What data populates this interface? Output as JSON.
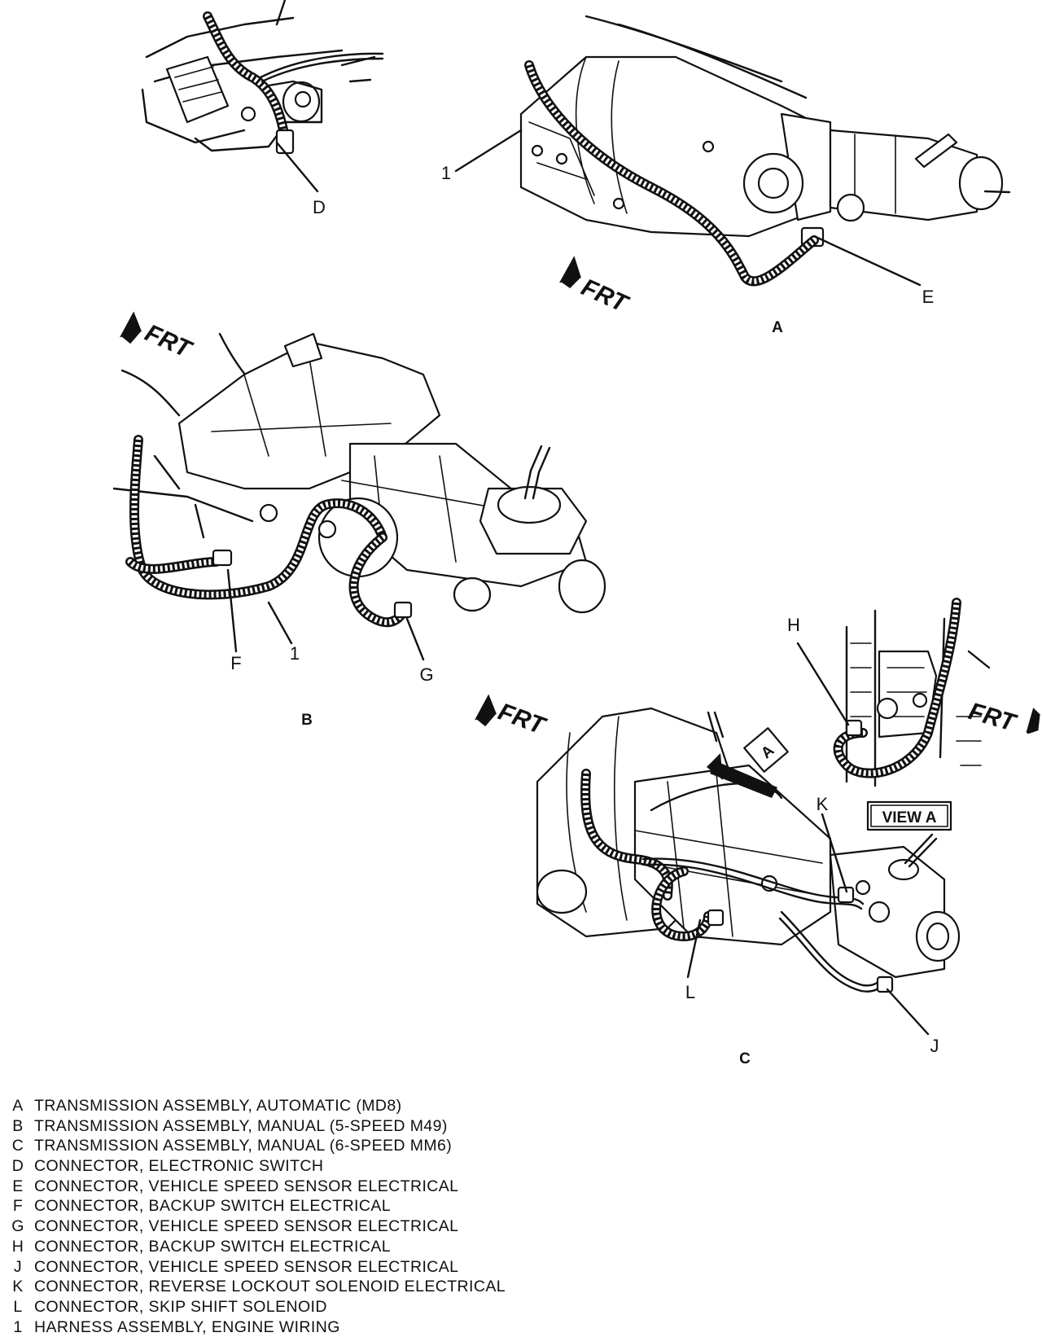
{
  "labels": {
    "D": "D",
    "one_a": "1",
    "E": "E",
    "A_caption": "A",
    "F": "F",
    "one_b": "1",
    "G": "G",
    "B_caption": "B",
    "H": "H",
    "K": "K",
    "L": "L",
    "J": "J",
    "C_caption": "C",
    "view_ref": "A",
    "view_box": "VIEW A"
  },
  "frt": {
    "text": "FRT"
  },
  "legend": [
    {
      "key": "A",
      "text": "TRANSMISSION ASSEMBLY, AUTOMATIC (MD8)"
    },
    {
      "key": "B",
      "text": "TRANSMISSION ASSEMBLY, MANUAL (5-SPEED M49)"
    },
    {
      "key": "C",
      "text": "TRANSMISSION ASSEMBLY, MANUAL (6-SPEED MM6)"
    },
    {
      "key": "D",
      "text": "CONNECTOR, ELECTRONIC SWITCH"
    },
    {
      "key": "E",
      "text": "CONNECTOR, VEHICLE SPEED SENSOR ELECTRICAL"
    },
    {
      "key": "F",
      "text": "CONNECTOR, BACKUP SWITCH ELECTRICAL"
    },
    {
      "key": "G",
      "text": "CONNECTOR, VEHICLE SPEED SENSOR ELECTRICAL"
    },
    {
      "key": "H",
      "text": "CONNECTOR, BACKUP SWITCH ELECTRICAL"
    },
    {
      "key": "J",
      "text": "CONNECTOR, VEHICLE SPEED SENSOR ELECTRICAL"
    },
    {
      "key": "K",
      "text": "CONNECTOR, REVERSE LOCKOUT SOLENOID ELECTRICAL"
    },
    {
      "key": "L",
      "text": "CONNECTOR, SKIP SHIFT SOLENOID"
    },
    {
      "key": "1",
      "text": "HARNESS ASSEMBLY, ENGINE WIRING"
    }
  ]
}
